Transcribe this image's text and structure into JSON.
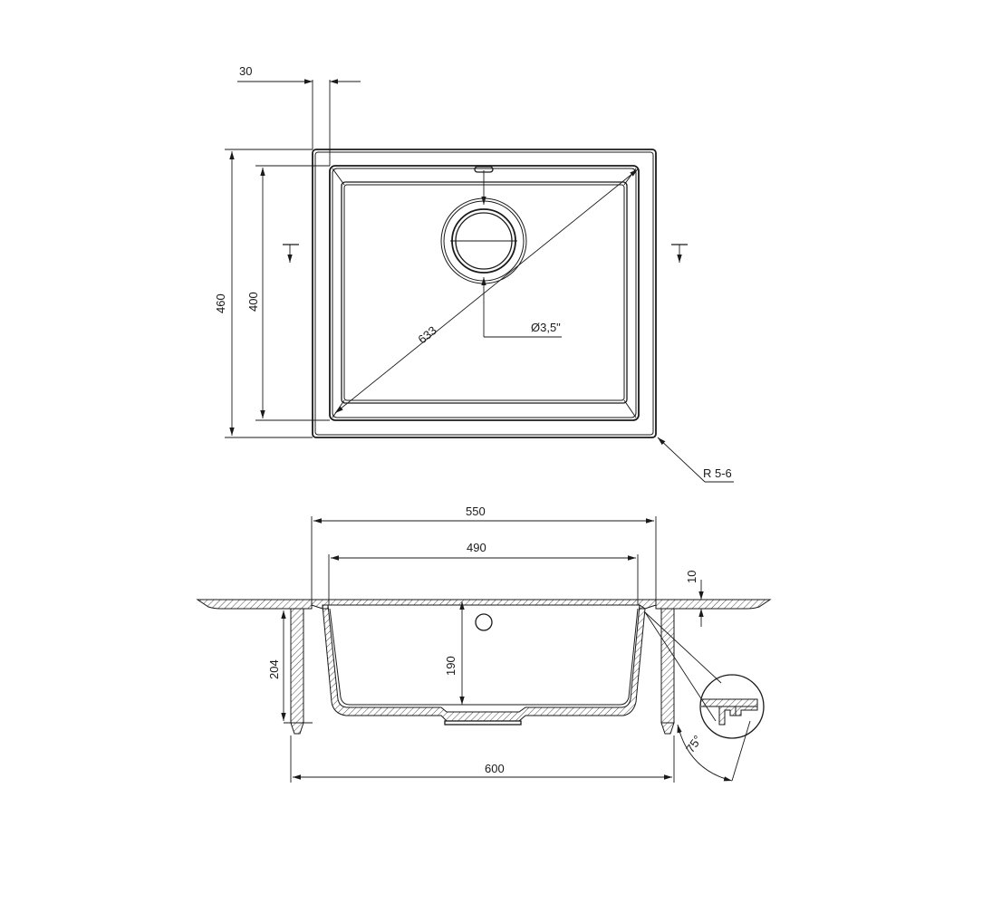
{
  "top_view": {
    "dim_flange": "30",
    "dim_outer_depth": "460",
    "dim_inner_depth": "400",
    "dim_diagonal": "633",
    "dim_drain": "Ø3,5\"",
    "dim_corner_radius": "R 5-6"
  },
  "section_view": {
    "dim_outer_width": "550",
    "dim_inner_width": "490",
    "dim_flange_thickness": "10",
    "dim_cabinet_height": "204",
    "dim_bowl_depth": "190",
    "dim_cabinet_width": "600",
    "dim_edge_angle": "75°"
  }
}
